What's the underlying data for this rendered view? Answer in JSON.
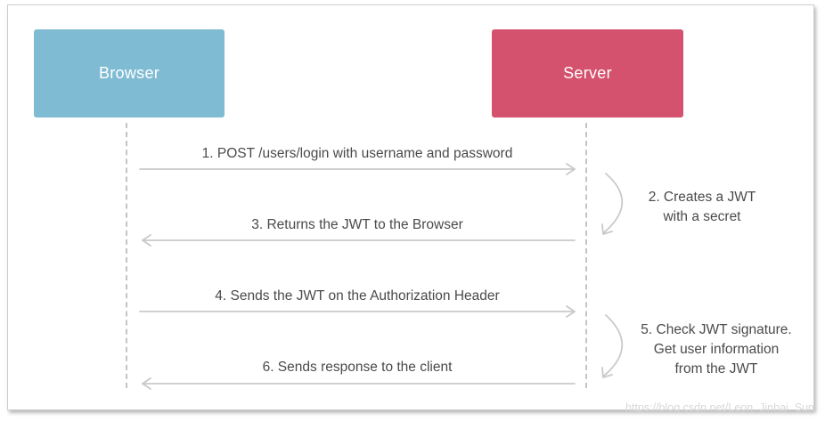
{
  "colors": {
    "browser": "#7fbcd3",
    "server": "#d4526e",
    "arrow": "#c9c9c9",
    "text": "#4a4a4a"
  },
  "participants": {
    "browser": "Browser",
    "server": "Server"
  },
  "messages": [
    "1. POST /users/login with username and password",
    "3. Returns the JWT to the Browser",
    "4. Sends the JWT on the Authorization Header",
    "6. Sends response to the client"
  ],
  "notes": [
    [
      "2. Creates a JWT",
      "with a secret"
    ],
    [
      "5. Check JWT signature.",
      "Get user information",
      "from the JWT"
    ]
  ],
  "watermark": "https://blog.csdn.net/Leon_Jinhai_Sun"
}
